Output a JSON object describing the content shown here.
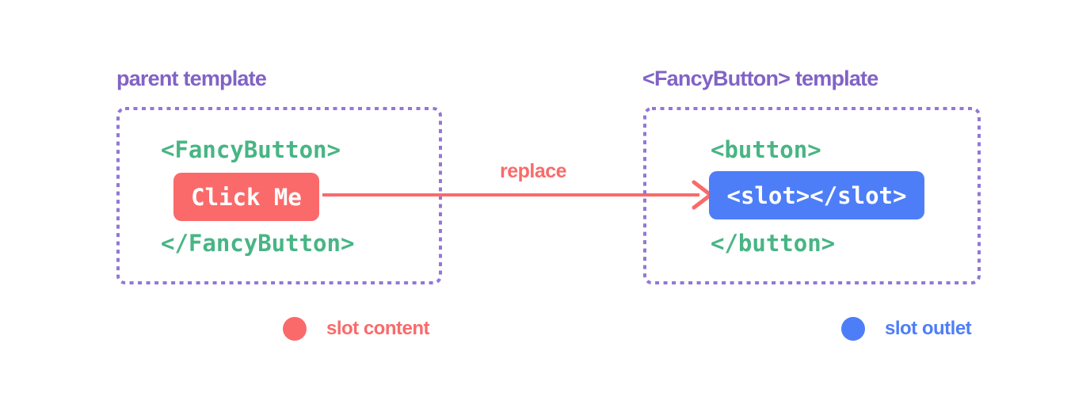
{
  "diagram": {
    "parent_panel": {
      "title": "parent template",
      "open_tag": "<FancyButton>",
      "slot_content_label": "Click Me",
      "close_tag": "</FancyButton>"
    },
    "arrow": {
      "label": "replace"
    },
    "component_panel": {
      "title": "<FancyButton> template",
      "open_tag": "<button>",
      "slot_outlet_label": "<slot></slot>",
      "close_tag": "</button>"
    },
    "legend": [
      {
        "label": "slot content",
        "color": "#fa6a6a"
      },
      {
        "label": "slot outlet",
        "color": "#4e7ef7"
      }
    ],
    "colors": {
      "title_purple": "#8163c6",
      "border_purple": "#9377d6",
      "code_green": "#48b584",
      "accent_red": "#fa6a6a",
      "accent_blue": "#4e7ef7",
      "background": "#ffffff"
    }
  }
}
